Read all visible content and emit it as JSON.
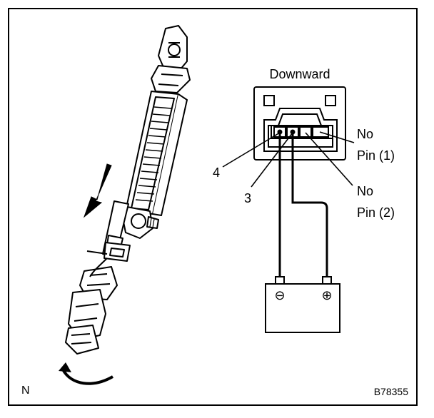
{
  "figure": {
    "corner_code": "N",
    "figure_number": "B78355"
  },
  "connector": {
    "view_label": "Downward",
    "pin_labels": {
      "pin4": "4",
      "pin3": "3",
      "no_pin_1_line1": "No",
      "no_pin_1_line2": "Pin (1)",
      "no_pin_2_line1": "No",
      "no_pin_2_line2": "Pin (2)"
    }
  },
  "battery": {
    "negative_symbol": "⊖",
    "positive_symbol": "⊕"
  }
}
